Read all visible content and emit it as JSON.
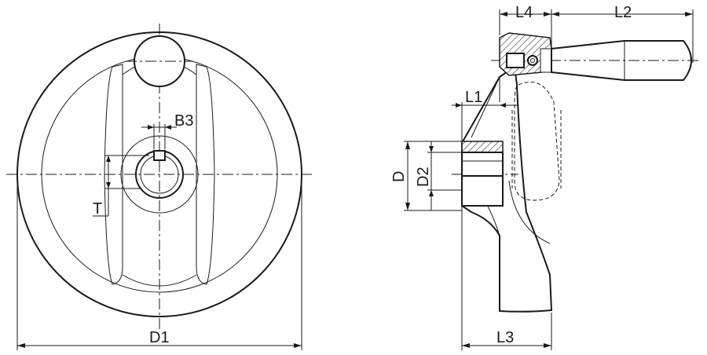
{
  "labels": {
    "d1": "D1",
    "b3": "B3",
    "t": "T",
    "d": "D",
    "d2": "D2",
    "l1": "L1",
    "l2": "L2",
    "l3": "L3",
    "l4": "L4"
  }
}
